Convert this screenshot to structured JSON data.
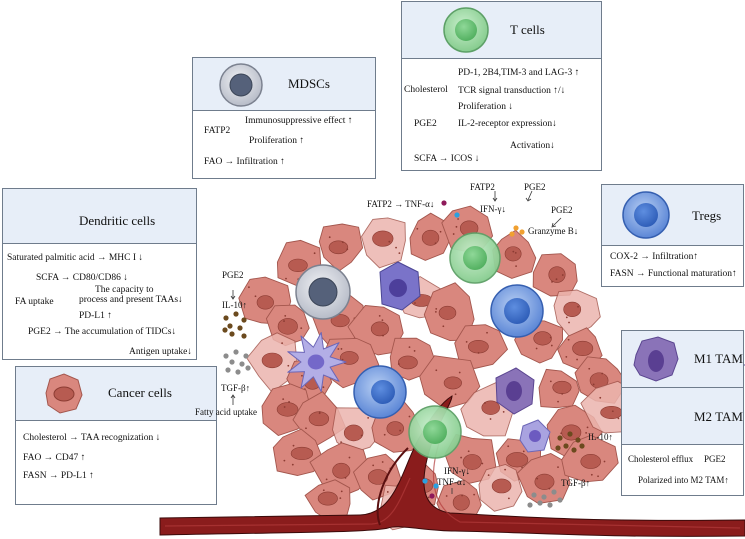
{
  "mdscs": {
    "title": "MDSCs",
    "fatp2": "FATP2",
    "immuno": "Immunosuppressive effect ↑",
    "prolif": "Proliferation ↑",
    "fao": "FAO → Infiltration ↑"
  },
  "tcells": {
    "title": "T cells",
    "chol": "Cholesterol",
    "pd1": "PD-1, 2B4,TIM-3 and LAG-3 ↑",
    "tcr": "TCR signal transduction  ↑/↓",
    "prolif": "Proliferation ↓",
    "pge2": "PGE2",
    "il2": "IL-2-receptor expression↓",
    "activation": "Activation↓",
    "scfa": "SCFA →  ICOS ↓"
  },
  "dendritic": {
    "title": "Dendritic cells",
    "l1": "Saturated palmitic acid → MHC I ↓",
    "l2": "SCFA → CD80/CD86 ↓",
    "capacity1": "The capacity to",
    "capacity2": "process and present TAAs↓",
    "fauptake": "FA uptake",
    "pdl1": "PD-L1 ↑",
    "pge2": "PGE2 → The accumulation of TIDCs↓",
    "antigen": "Antigen uptake↓"
  },
  "tregs": {
    "title": "Tregs",
    "l1": "COX-2 → Infiltration↑",
    "l2": "FASN → Functional maturation↑"
  },
  "cancer": {
    "title": "Cancer cells",
    "l1": "Cholesterol → TAA recognization ↓",
    "l2": "FAO → CD47 ↑",
    "l3": "FASN → PD-L1 ↑"
  },
  "tam": {
    "m1": "M1 TAM",
    "m2": "M2 TAM",
    "efflux": "Cholesterol efflux",
    "pge2": "PGE2",
    "polarized": "Polarized into M2 TAM↑"
  },
  "floating": {
    "fatp2_tnf": "FATP2 → TNF-α↓",
    "fatp2": "FATP2",
    "pge2_top": "PGE2",
    "ifn_top": "IFN-γ↓",
    "pge2_gz": "PGE2",
    "granzyme": "Granzyme B↓",
    "pge2_left": "PGE2",
    "il10_left": "IL-10↑",
    "tgf_left": "TGF-β↑",
    "fa_uptake": "Fatty acid uptake",
    "il10_right": "IL-10↑",
    "ifn_bottom": "IFN-γ↓",
    "tnf_bottom": "TNF-α↓",
    "tgf_right": "TGF-β↑"
  },
  "colors": {
    "panel_header": "#e7eef8",
    "cancer_cell": "#d9877e",
    "cancer_nucleus": "#b75b51",
    "t_cell": "#9fd8a6",
    "treg": "#5b86d6",
    "mdsc": "#55617a",
    "dendritic": "#a9a3e0",
    "tam": "#8a73b8",
    "vessel": "#8a1c1c"
  }
}
